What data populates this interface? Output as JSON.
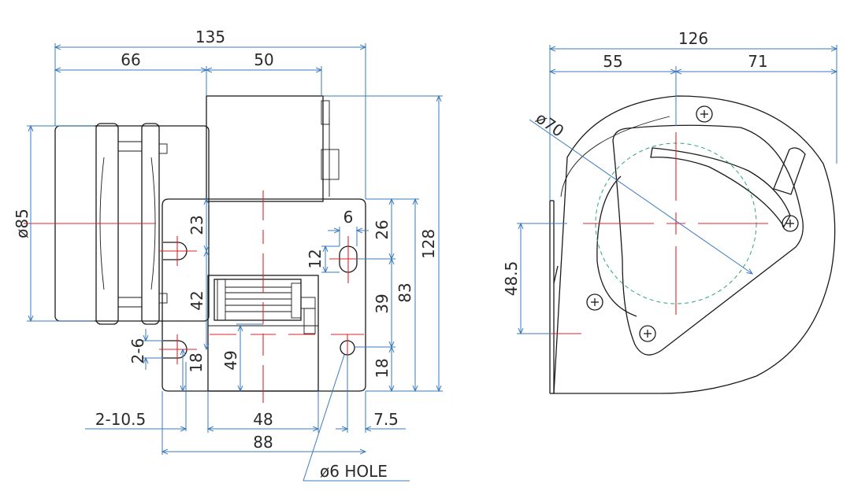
{
  "front_view": {
    "dims": {
      "overall_width": "135",
      "left_width": "66",
      "middle_width": "50",
      "motor_diameter": "ø85",
      "height_total": "128",
      "height_83": "83",
      "height_39": "39",
      "height_26": "26",
      "height_18_right": "18",
      "slot_width": "6",
      "slot_length": "12",
      "dim_23": "23",
      "dim_42": "42",
      "dim_49": "49",
      "dim_18_left": "18",
      "slots_left": "2-6",
      "slots_offset": "2-10.5",
      "outlet_width": "48",
      "flange_width": "88",
      "hole_offset": "7.5",
      "hole_callout": "ø6 HOLE"
    }
  },
  "side_view": {
    "dims": {
      "overall_width": "126",
      "left_part": "55",
      "right_part": "71",
      "inlet_diameter": "ø70",
      "center_height": "48.5"
    }
  },
  "colors": {
    "object_lines": "#1a1a1a",
    "dimension_lines": "#3b7bbf",
    "center_lines": "#e0242b",
    "hidden_lines": "#2aa86a"
  }
}
